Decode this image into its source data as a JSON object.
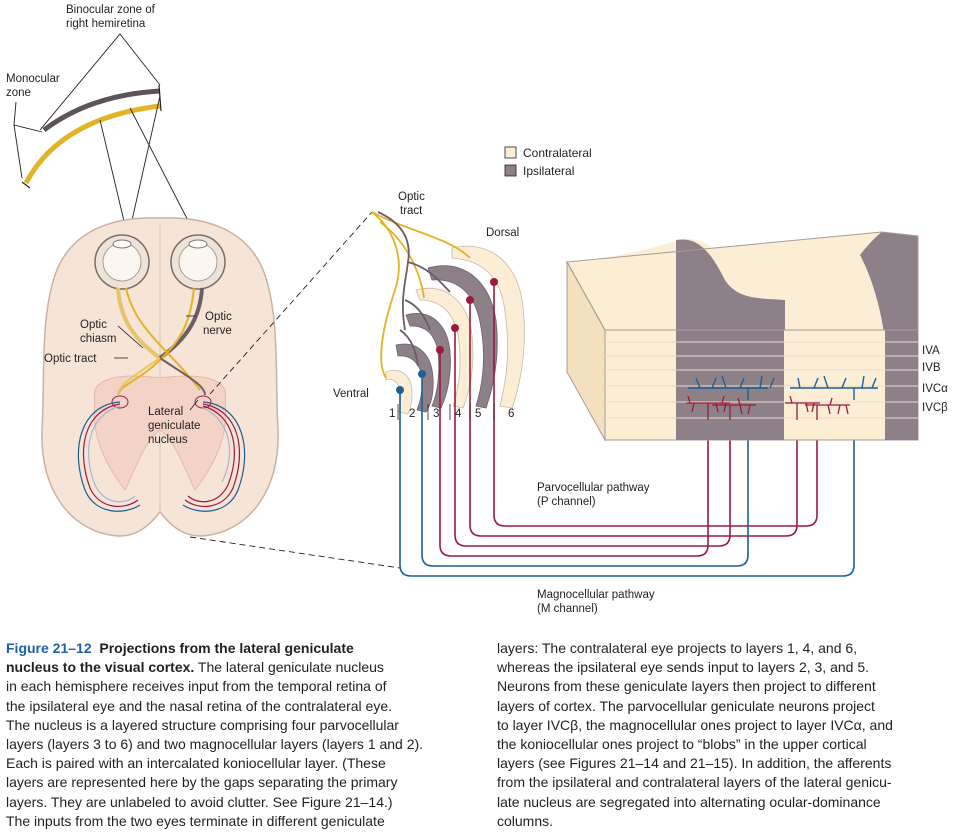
{
  "labels": {
    "binocular_zone": [
      "Binocular zone of",
      "right hemiretina"
    ],
    "monocular_zone": [
      "Monocular",
      "zone"
    ],
    "optic_chiasm": [
      "Optic",
      "chiasm"
    ],
    "optic_nerve": [
      "Optic",
      "nerve"
    ],
    "optic_tract_brain": "Optic tract",
    "lateral_geniculate_nucleus": [
      "Lateral",
      "geniculate",
      "nucleus"
    ],
    "optic_tract_lgn": [
      "Optic",
      "tract"
    ],
    "dorsal": "Dorsal",
    "ventral": "Ventral",
    "layer_numbers": [
      "1",
      "2",
      "3",
      "4",
      "5",
      "6"
    ],
    "parvocellular": [
      "Parvocellular pathway",
      "(P channel)"
    ],
    "magnocellular": [
      "Magnocellular pathway",
      "(M channel)"
    ],
    "cortex_layers": [
      "IVA",
      "IVB",
      "IVCα",
      "IVCβ"
    ]
  },
  "legend": {
    "items": [
      {
        "label": "Contralateral",
        "color": "#fbeed5"
      },
      {
        "label": "Ipsilateral",
        "color": "#8e8088"
      }
    ]
  },
  "colors": {
    "contralateral_fill": "#fbeed5",
    "ipsilateral_fill": "#8e8088",
    "visual_field_yellow": "#e3b327",
    "parvo_red": "#9b1a3f",
    "magno_blue": "#1d5f97",
    "caption_accent": "#1f5fa8"
  },
  "caption": {
    "number": "Figure 21–12",
    "title": "Projections from the lateral geniculate nucleus to the visual cortex.",
    "left_lines": [
      "nucleus to the visual cortex.",
      "in each hemisphere receives input from the temporal retina of",
      "the ipsilateral eye and the nasal retina of the contralateral eye.",
      "The nucleus is a layered structure comprising four parvocellular",
      "layers (layers 3 to 6) and two magnocellular layers (layers 1 and 2).",
      "Each is paired with an intercalated koniocellular layer. (These",
      "layers are represented here by the gaps separating the primary",
      "layers. They are unlabeled to avoid clutter. See Figure 21–14.)",
      "The inputs from the two eyes terminate in different geniculate"
    ],
    "first_line_title_part": "Projections from the lateral geniculate",
    "second_line_rest": " The lateral geniculate nucleus",
    "right_lines": [
      "layers: The contralateral eye projects to layers 1, 4, and 6,",
      "whereas the ipsilateral eye sends input to layers 2, 3, and 5.",
      "Neurons from these geniculate layers then project to different",
      "layers of cortex. The parvocellular geniculate neurons project",
      "to layer IVCβ, the magnocellular ones project to layer IVCα, and",
      "the koniocellular ones project to “blobs” in the upper cortical",
      "layers (see Figures 21–14 and 21–15). In addition, the afferents",
      "from the ipsilateral and contralateral layers of the lateral genicu-",
      "late nucleus are segregated into alternating ocular-dominance",
      "columns."
    ]
  }
}
